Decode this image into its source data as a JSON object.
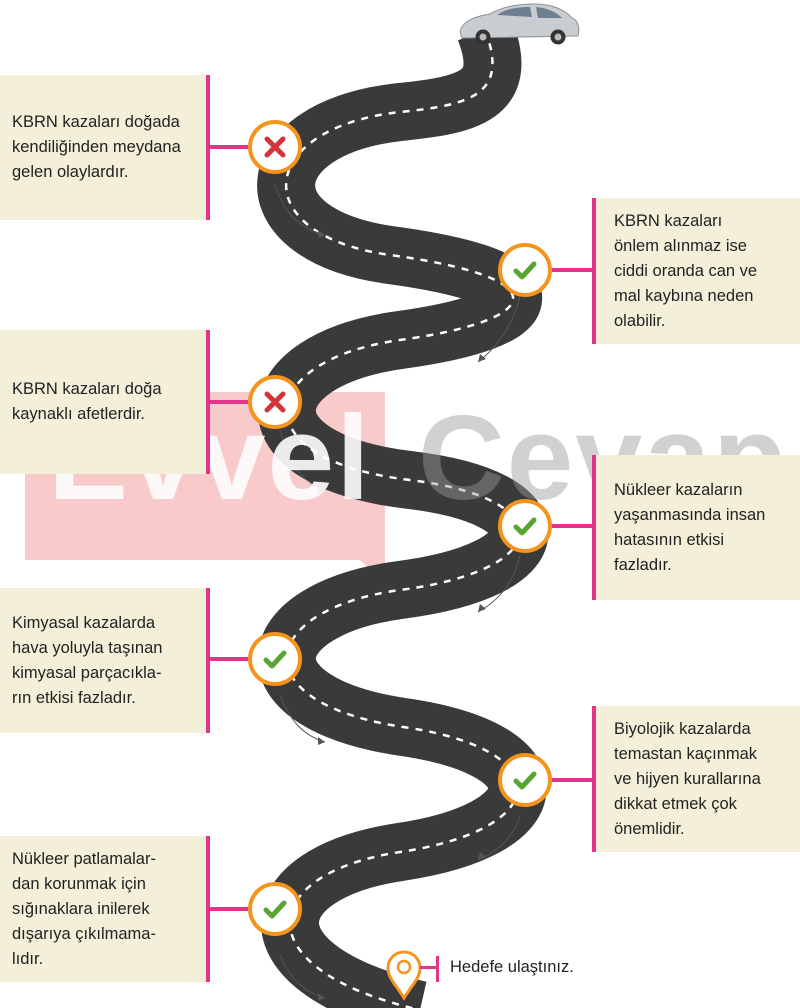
{
  "cards": [
    {
      "side": "left",
      "text": "KBRN kazaları doğada\nkendiliğinden meydana\ngelen olaylardır.",
      "status": "wrong"
    },
    {
      "side": "right",
      "text": "KBRN kazaları\nönlem alınmaz ise\nciddi oranda can ve\nmal kaybına neden\nolabilir.",
      "status": "correct"
    },
    {
      "side": "left",
      "text": "KBRN kazaları doğa\nkaynaklı afetlerdir.",
      "status": "wrong"
    },
    {
      "side": "right",
      "text": "Nükleer kazaların\nyaşanmasında insan\nhatasının etkisi\nfazladır.",
      "status": "correct"
    },
    {
      "side": "left",
      "text": "Kimyasal kazalarda\nhava yoluyla taşınan\nkimyasal parçacıkla-\nrın etkisi fazladır.",
      "status": "correct"
    },
    {
      "side": "right",
      "text": "Biyolojik kazalarda\ntemastan kaçınmak\nve hijyen kurallarına\ndikkat etmek çok\nönemlidir.",
      "status": "correct"
    },
    {
      "side": "left",
      "text": "Nükleer patlamalar-\ndan korunmak için\nsığınaklara inilerek\ndışarıya çıkılmama-\nlıdır.",
      "status": "correct"
    }
  ],
  "destination": "Hedefe ulaştınız.",
  "watermark": {
    "word1": "Evvel",
    "word2": "Cevap"
  },
  "colors": {
    "road": "#3a3a3a",
    "card": "#f4efd9",
    "accent": "#e2358a",
    "marker_ring": "#f4941d",
    "correct": "#5aa531",
    "wrong": "#d3343a",
    "watermark_box": "#e85a5a",
    "watermark_text": "#9a9a9a"
  }
}
